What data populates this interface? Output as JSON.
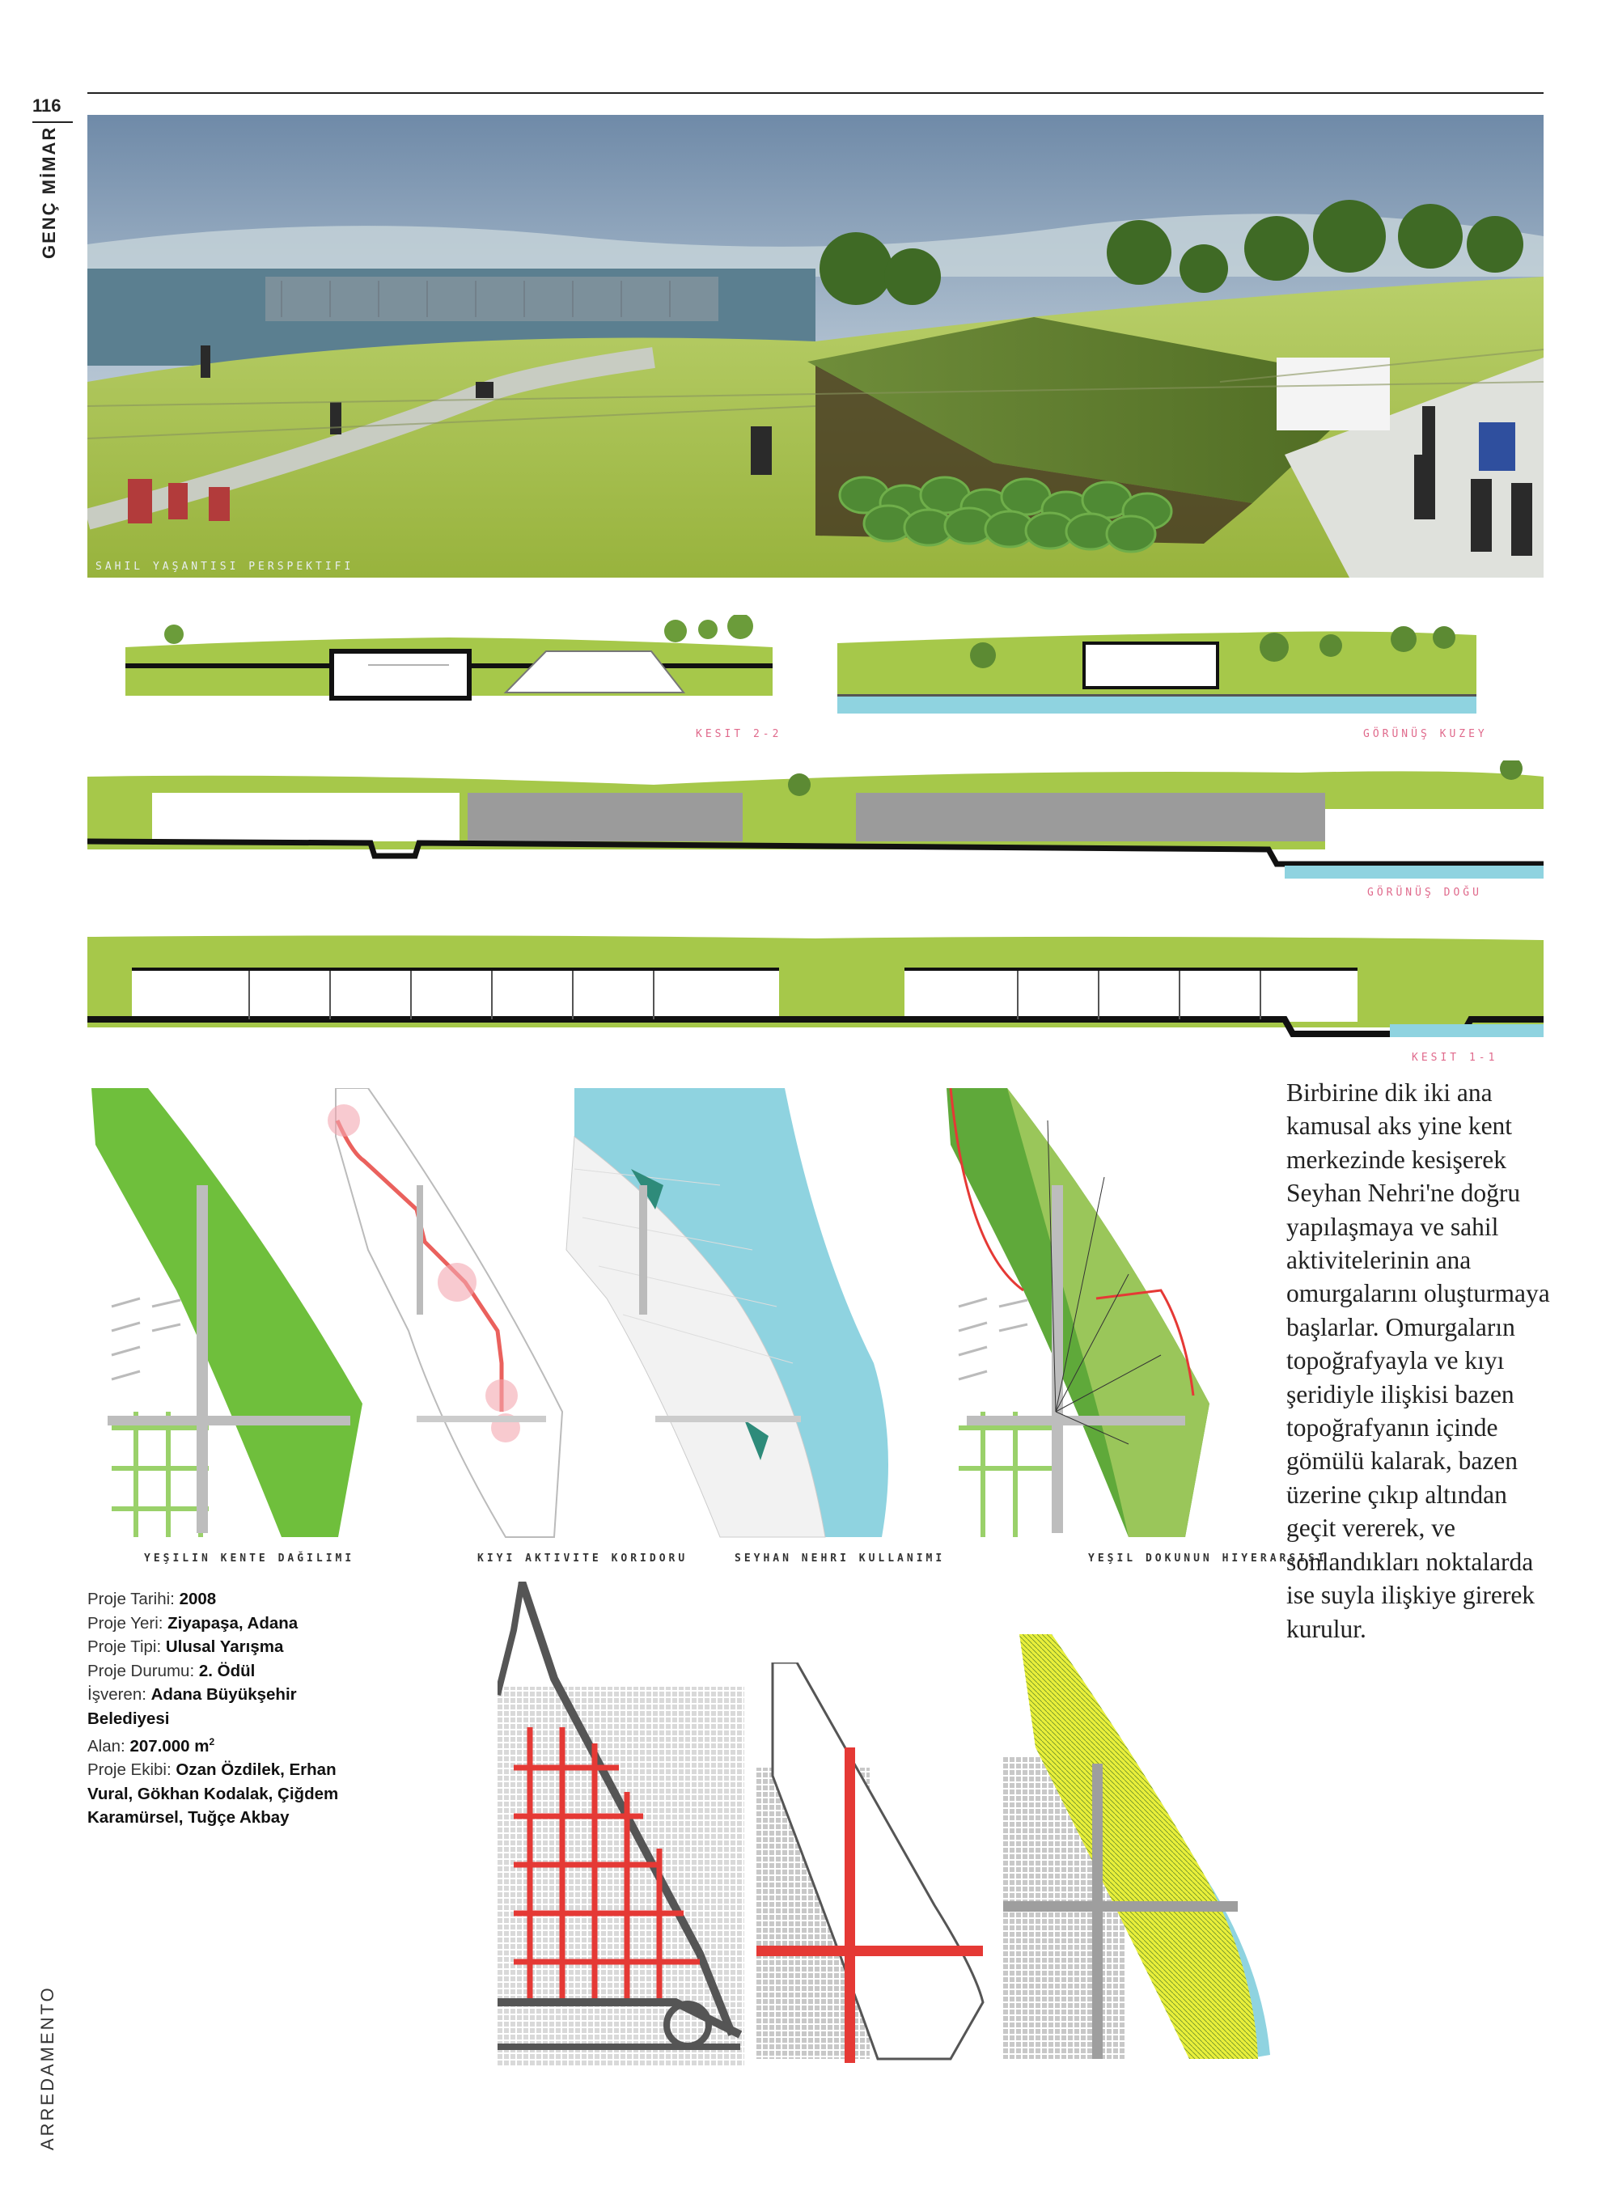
{
  "page": {
    "number": "116",
    "magazine": "GENÇ MİMAR",
    "publisher": "ARREDAMENTO"
  },
  "figures": {
    "hero_caption": "SAHIL YAŞANTISI PERSPEKTIFI",
    "section_labels": [
      "KESIT 2-2",
      "GÖRÜNÜŞ KUZEY",
      "GÖRÜNÜŞ DOĞU",
      "KESIT 1-1"
    ],
    "diagram_labels": [
      "YEŞILIN KENTE DAĞILIMI",
      "KIYI AKTIVITE KORIDORU",
      "SEYHAN NEHRI KULLANIMI",
      "YEŞIL DOKUNUN HIYERARŞISI"
    ]
  },
  "body_text": "Birbirine dik iki ana kamusal aks yine kent merkezinde kesişerek Seyhan Nehri'ne doğru yapılaşmaya ve sahil aktivitelerinin ana omurgalarını oluşturmaya başlarlar. Omurgaların topoğrafyayla ve kıyı şeridiyle ilişkisi bazen topoğrafyanın içinde gömülü kalarak, bazen üzerine çıkıp altından geçit vererek, ve sonlandıkları noktalarda ise suyla ilişkiye girerek kurulur.",
  "project_info": {
    "date_label": "Proje Tarihi:",
    "date": "2008",
    "place_label": "Proje Yeri:",
    "place": "Ziyapaşa, Adana",
    "type_label": "Proje Tipi:",
    "type": "Ulusal Yarışma",
    "status_label": "Proje Durumu:",
    "status": "2. Ödül",
    "employer_label": "İşveren:",
    "employer": "Adana Büyükşehir Belediyesi",
    "area_label": "Alan:",
    "area": "207.000 m",
    "area_unit_sup": "2",
    "team_label": "Proje Ekibi:",
    "team": "Ozan Özdilek, Erhan Vural, Gökhan Kodalak, Çiğdem Karamürsel, Tuğçe Akbay"
  },
  "colors": {
    "green": "#8bc34a",
    "dark_green": "#4c8f20",
    "water": "#8fd3e0",
    "red": "#e53935",
    "grey": "#9e9e9e"
  }
}
